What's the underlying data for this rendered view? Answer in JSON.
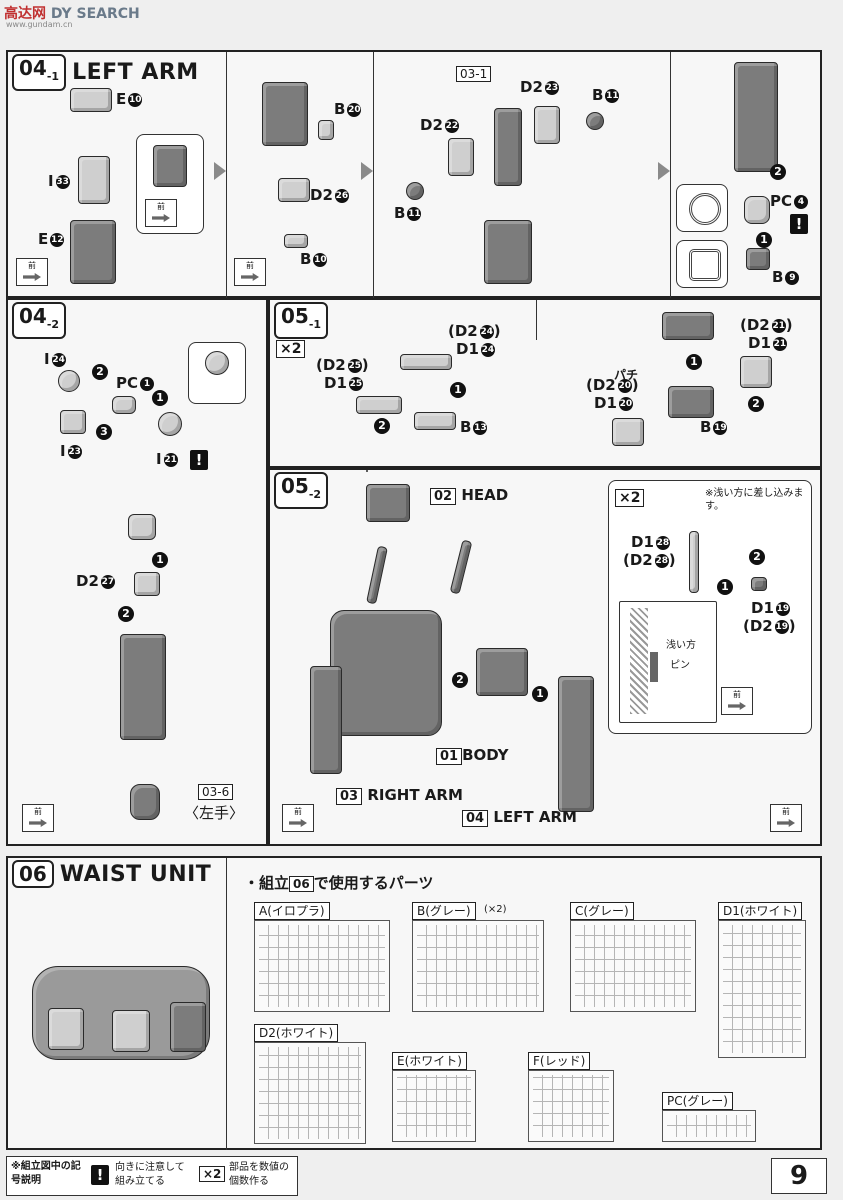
{
  "watermark": {
    "brand_a": "高",
    "brand_b": "达网",
    "brand_c": "DY SEARCH",
    "sub": "www.gundam.cn"
  },
  "step_04_1": {
    "num": "04",
    "sub": "-1",
    "title": "LEFT ARM",
    "labels": {
      "e10": "E",
      "e10n": "10",
      "i33": "I",
      "i33n": "33",
      "e12": "E",
      "e12n": "12",
      "b20": "B",
      "b20n": "20",
      "d226": "D2",
      "d226n": "26",
      "b10": "B",
      "b10n": "10",
      "ref031": "03-1",
      "d223": "D2",
      "d223n": "23",
      "b11a": "B",
      "b11an": "11",
      "d222": "D2",
      "d222n": "22",
      "b11b": "B",
      "b11bn": "11",
      "pc4": "PC",
      "pc4n": "4",
      "b9": "B",
      "b9n": "9"
    },
    "front": "前"
  },
  "step_04_2": {
    "num": "04",
    "sub": "-2",
    "labels": {
      "i24": "I",
      "i24n": "24",
      "pc1": "PC",
      "pc1n": "1",
      "i23": "I",
      "i23n": "23",
      "i21": "I",
      "i21n": "21",
      "d227": "D2",
      "d227n": "27",
      "ref036": "03-6",
      "left_hand": "〈左手〉"
    },
    "front": "前"
  },
  "step_05_1": {
    "num": "05",
    "sub": "-1",
    "x2": "×2",
    "labels": {
      "d224": "(D2",
      "d224n": "24",
      "d124": "D1",
      "d124n": "24",
      "d225": "(D2",
      "d225n": "25",
      "d125": "D1",
      "d125n": "25",
      "b13": "B",
      "b13n": "13",
      "d221": "(D2",
      "d221n": "21",
      "d121": "D1",
      "d121n": "21",
      "d220": "(D2",
      "d220n": "20",
      "d120": "D1",
      "d120n": "20",
      "b19": "B",
      "b19n": "19",
      "pachi": "パチ"
    }
  },
  "step_05_2": {
    "num": "05",
    "sub": "-2",
    "labels": {
      "ref02": "02",
      "head": "HEAD",
      "ref01": "01",
      "body": "BODY",
      "ref03": "03",
      "right_arm": "RIGHT ARM",
      "ref04": "04",
      "left_arm": "LEFT ARM"
    },
    "inset": {
      "x2": "×2",
      "note": "※浅い方に差し込みます。",
      "d128": "D1",
      "d128n": "28",
      "d228": "(D2",
      "d228n": "28",
      "d119": "D1",
      "d119n": "19",
      "d219": "(D2",
      "d219n": "19",
      "shallow": "浅い方",
      "pin": "ピン",
      "front": "前"
    },
    "front": "前"
  },
  "step_06": {
    "num": "06",
    "title": "WAIST UNIT",
    "parts_header": "・組立",
    "parts_header_ref": "06",
    "parts_header_tail": "で使用するパーツ",
    "runners": [
      {
        "label": "A(イロプラ)"
      },
      {
        "label": "B(グレー)",
        "extra": "(×2)"
      },
      {
        "label": "C(グレー)"
      },
      {
        "label": "D1(ホワイト)"
      },
      {
        "label": "D2(ホワイト)"
      },
      {
        "label": "E(ホワイト)"
      },
      {
        "label": "F(レッド)"
      },
      {
        "label": "PC(グレー)"
      }
    ]
  },
  "legend": {
    "title": "※組立図中の記号説明",
    "warn_symbol": "!",
    "warn_text": "向きに注意して組み立てる",
    "x2_symbol": "×2",
    "x2_text": "部品を数値の個数作る"
  },
  "page_number": "9"
}
